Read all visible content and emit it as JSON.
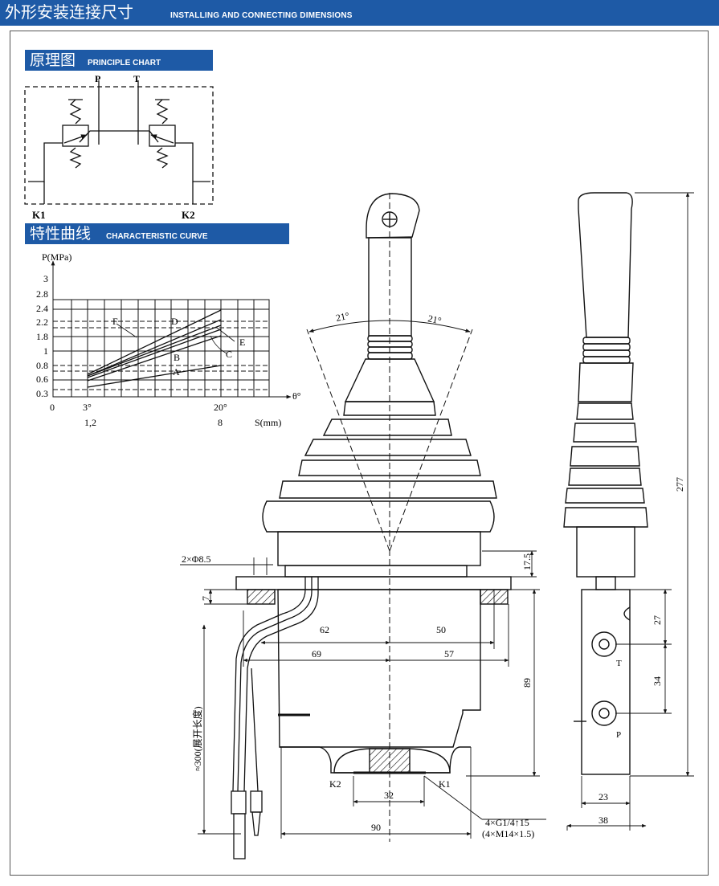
{
  "header": {
    "title_cn": "外形安装连接尺寸",
    "title_en": "INSTALLING AND CONNECTING DIMENSIONS"
  },
  "principle": {
    "title_cn": "原理图",
    "title_en": "PRINCIPLE CHART",
    "port_p": "P",
    "port_t": "T",
    "port_k1": "K1",
    "port_k2": "K2"
  },
  "curve": {
    "title_cn": "特性曲线",
    "title_en": "CHARACTERISTIC CURVE",
    "ylabel": "P(MPa)",
    "yticks": [
      "3",
      "2.8",
      "2.4",
      "2.2",
      "1.8",
      "1",
      "0.8",
      "0.6",
      "0.3"
    ],
    "x_origin": "0",
    "x_tick_3": "3°",
    "x_tick_20": "20°",
    "x_axis_label": "θ°",
    "s_tick_1": "1,2",
    "s_tick_2": "8",
    "s_axis_label": "S(mm)",
    "curve_labels": [
      "A",
      "B",
      "C",
      "D",
      "E",
      "F"
    ]
  },
  "dims": {
    "angle_left": "21°",
    "angle_right": "21°",
    "hole": "2×Φ8.5",
    "d17_5": "17.5",
    "d7": "7",
    "d62": "62",
    "d50": "50",
    "d69": "69",
    "d57": "57",
    "d89": "89",
    "cable": "≈300(展开长度)",
    "d32": "32",
    "d90": "90",
    "k2": "K2",
    "k1": "K1",
    "thread1": "4×G1/4↑15",
    "thread2": "(4×M14×1.5)",
    "d277": "277",
    "d27": "27",
    "d34": "34",
    "port_t": "T",
    "port_p": "P",
    "d23": "23",
    "d38": "38"
  }
}
